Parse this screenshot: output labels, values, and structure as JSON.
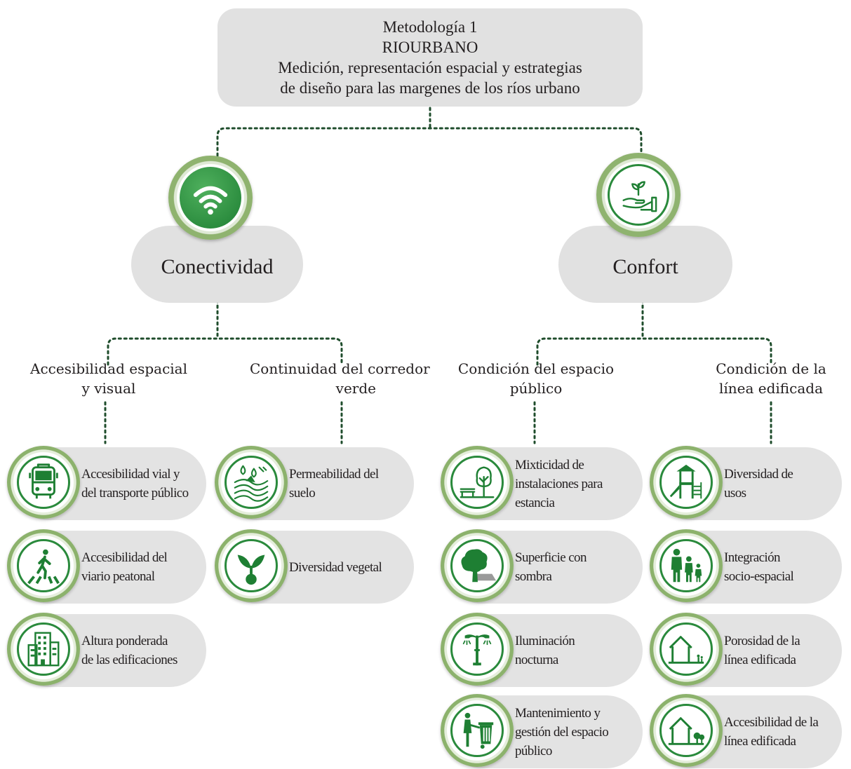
{
  "title": {
    "line1": "Metodología 1",
    "line2": "RIOURBANO",
    "line3": "Medición, representación espacial y estrategias",
    "line4": "de diseño para las margenes de los ríos urbano"
  },
  "categories": [
    {
      "label": "Conectividad",
      "icon": "wifi-icon"
    },
    {
      "label": "Confort",
      "icon": "plant-in-hand-icon"
    }
  ],
  "subcategories": [
    {
      "line1": "Accesibilidad espacial",
      "line2": "y visual"
    },
    {
      "line1": "Continuidad del corredor",
      "line2": "verde"
    },
    {
      "line1": "Condición del espacio",
      "line2": "público"
    },
    {
      "line1": "Condición de la",
      "line2": "línea edificada"
    }
  ],
  "indicators": {
    "accesibilidad": [
      {
        "lines": [
          "Accesibilidad vial y",
          "del transporte público"
        ],
        "icon": "bus-icon"
      },
      {
        "lines": [
          "Accesibilidad del",
          "viario peatonal"
        ],
        "icon": "pedestrian-crossing-icon"
      },
      {
        "lines": [
          "Altura ponderada",
          "de las edificaciones"
        ],
        "icon": "building-icon"
      }
    ],
    "continuidad": [
      {
        "lines": [
          "Permeabilidad del",
          "suelo"
        ],
        "icon": "soil-water-icon"
      },
      {
        "lines": [
          "Diversidad vegetal"
        ],
        "icon": "sprout-icon"
      }
    ],
    "espacio_publico": [
      {
        "lines": [
          "Mixticidad de",
          "instalaciones para",
          "estancia"
        ],
        "icon": "park-bench-tree-icon"
      },
      {
        "lines": [
          "Superficie con",
          "sombra"
        ],
        "icon": "shade-tree-icon"
      },
      {
        "lines": [
          "Iluminación",
          "nocturna"
        ],
        "icon": "street-lamp-icon"
      },
      {
        "lines": [
          "Mantenimiento y",
          "gestión del espacio",
          "público"
        ],
        "icon": "trash-cart-worker-icon"
      }
    ],
    "linea_edificada": [
      {
        "lines": [
          "Diversidad de",
          "usos"
        ],
        "icon": "playground-icon"
      },
      {
        "lines": [
          "Integración",
          "socio-espacial"
        ],
        "icon": "family-icon"
      },
      {
        "lines": [
          "Porosidad de la",
          "línea edificada"
        ],
        "icon": "house-porosity-icon"
      },
      {
        "lines": [
          "Accesibilidad de la",
          "línea edificada"
        ],
        "icon": "house-trees-icon"
      }
    ]
  },
  "colors": {
    "accent": "#1e7f33",
    "ring": "#8cb26c",
    "pill": "#e1e1e1",
    "connector": "#1f4d2c"
  }
}
